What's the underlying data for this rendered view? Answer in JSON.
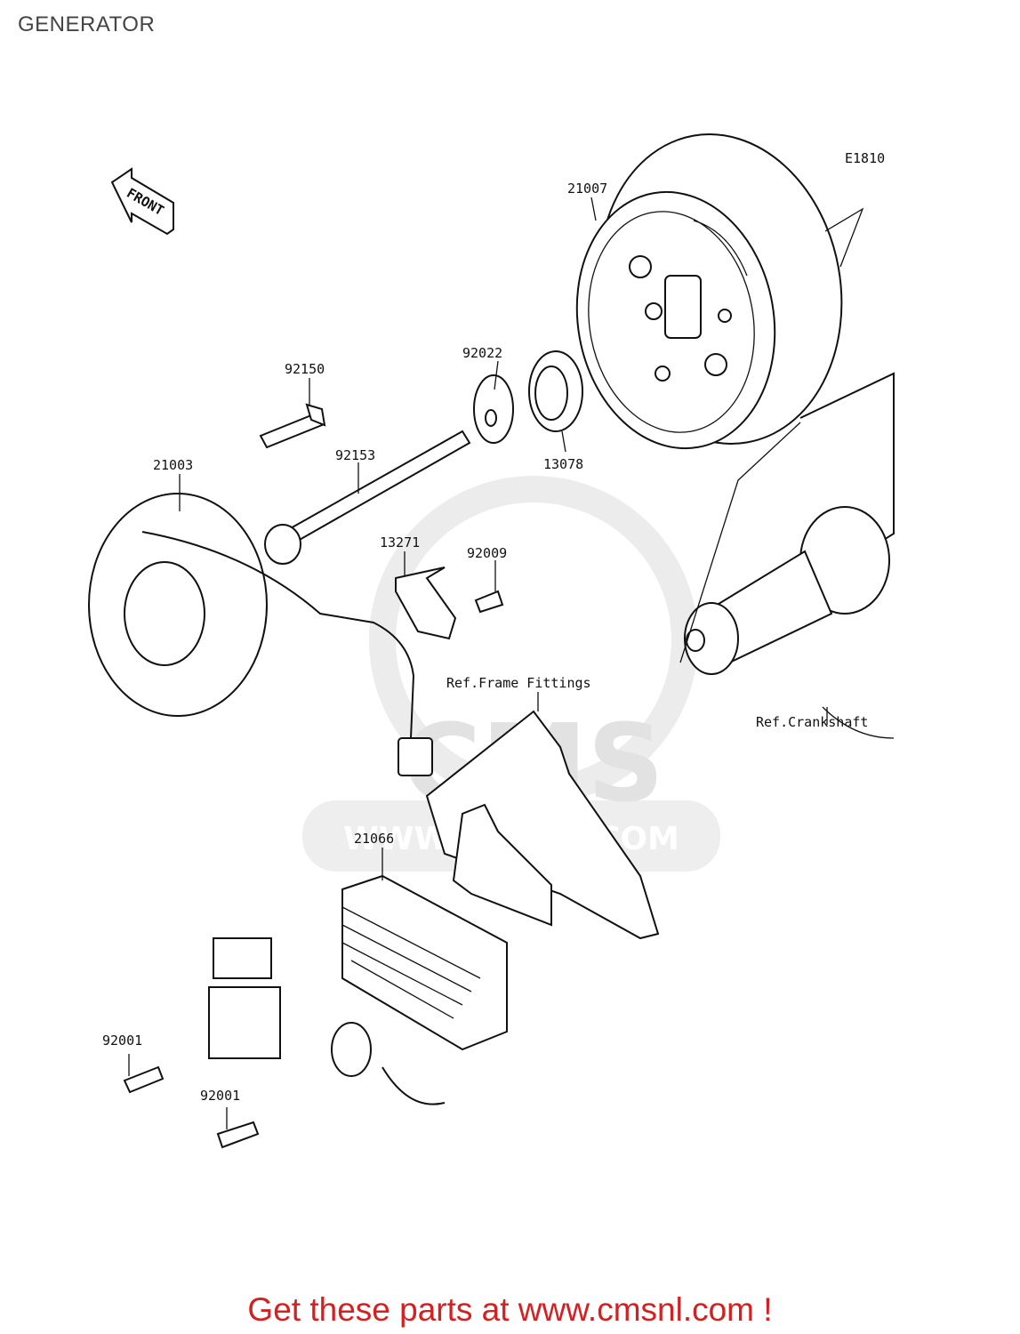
{
  "page_title": "GENERATOR",
  "diagram_code": "E1810",
  "front_label": "FRONT",
  "watermark": {
    "brand": "CMS",
    "url": "WWW.CMSNL.COM"
  },
  "parts": {
    "flywheel": "21007",
    "stator": "21003",
    "regulator": "21066",
    "washer": "92022",
    "gear": "13078",
    "bolt_top": "92150",
    "bolt_long": "92153",
    "clamp": "13271",
    "clamp_bolt": "92009",
    "bolt_left": "92001",
    "bolt_bottom": "92001"
  },
  "references": {
    "frame": "Ref.Frame Fittings",
    "crankshaft": "Ref.Crankshaft"
  },
  "footer": {
    "cta": "Get these parts at www.cmsnl.com !"
  }
}
